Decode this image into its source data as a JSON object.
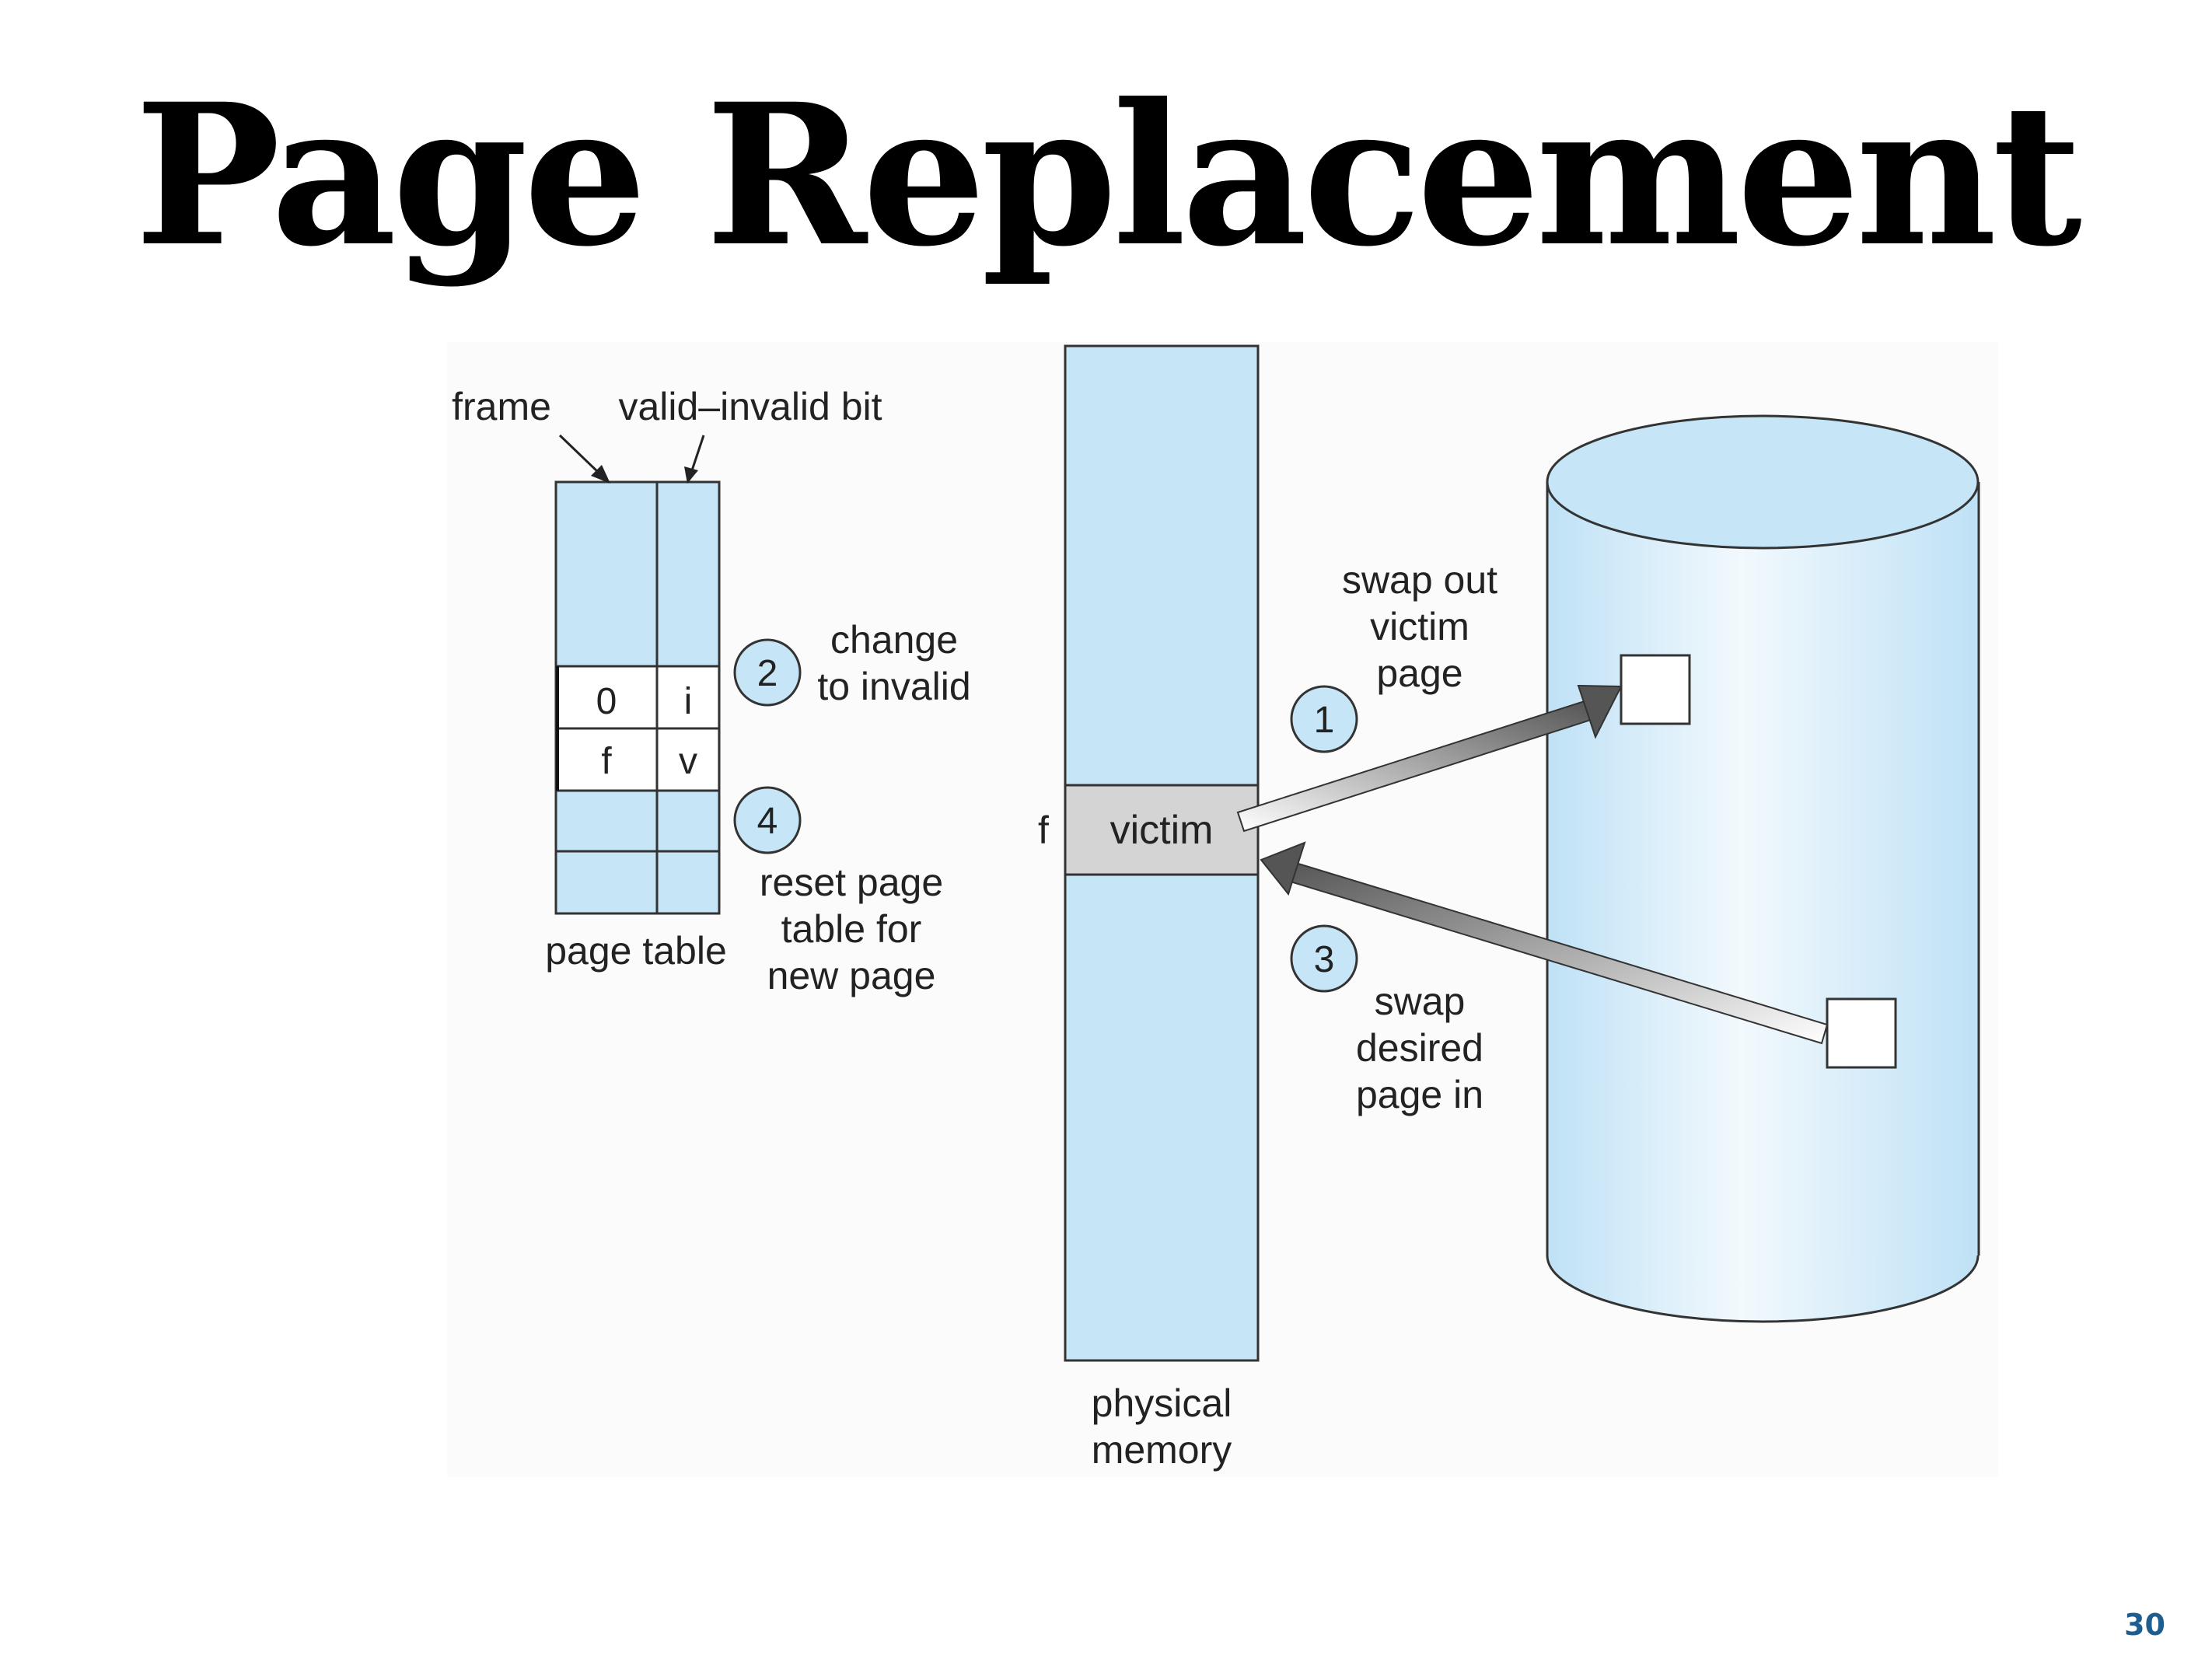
{
  "slide": {
    "title": "Page Replacement",
    "page_number": "30"
  },
  "page_table": {
    "label": "page table",
    "frame_label": "frame",
    "bit_label": "valid–invalid bit",
    "rows": [
      {
        "frame": "0",
        "bit": "i"
      },
      {
        "frame": "f",
        "bit": "v"
      }
    ]
  },
  "steps": {
    "step1": {
      "number": "1",
      "lines": [
        "swap out",
        "victim",
        "page"
      ]
    },
    "step2": {
      "number": "2",
      "lines": [
        "change",
        "to invalid"
      ]
    },
    "step3": {
      "number": "3",
      "lines": [
        "swap",
        "desired",
        "page in"
      ]
    },
    "step4": {
      "number": "4",
      "lines": [
        "reset page",
        "table for",
        "new page"
      ]
    }
  },
  "memory": {
    "frame_marker": "f",
    "victim_label": "victim",
    "label_lines": [
      "physical",
      "memory"
    ]
  },
  "colors": {
    "light_blue": "#c6e6f8",
    "victim_gray": "#d4d4d4",
    "outline": "#333333",
    "arrow_dark": "#555555"
  }
}
